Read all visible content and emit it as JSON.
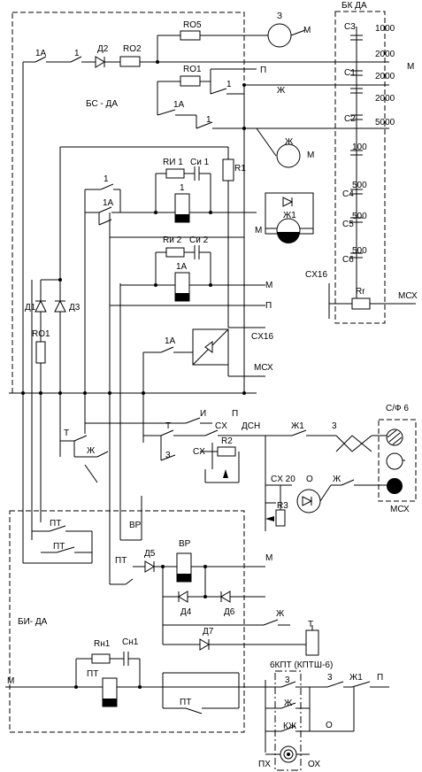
{
  "blocks": {
    "bc_da": "БС - ДА",
    "bk_da": "БК ДА",
    "bi_da": "БИ- ДА",
    "sf6": "С/Ф 6",
    "kpt": "6КПТ (КПТШ-6)"
  },
  "labels": {
    "r_o5": "RO5",
    "r_o2": "RO2",
    "r_o1": "RO1",
    "r_1": "R1",
    "r_01_left": "RO1",
    "r2": "R2",
    "r3": "R3",
    "rr": "Rr",
    "ri1": "RИ 1",
    "si1": "Cи 1",
    "ri2": "Rи 2",
    "si2": "Cи 2",
    "rn1": "Rн1",
    "cn1": "Cн1",
    "d1": "Д1",
    "d2": "Д2",
    "d3": "Д3",
    "d4": "Д4",
    "d5": "Д5",
    "d6": "Д6",
    "d7": "Д7",
    "c1": "C1",
    "c2": "C2",
    "c3": "C3",
    "c4": "C4",
    "c5": "C5",
    "c6": "C6",
    "cap_1000": "1000",
    "cap_2000a": "2000",
    "cap_2000b": "2000",
    "cap_2000c": "2000",
    "cap_5000": "5000",
    "cap_100": "100",
    "cap_500a": "500",
    "cap_500b": "500",
    "cap_500c": "500",
    "k1a_top": "1А",
    "k1_top": "1",
    "k1_mid": "1",
    "k1a_mid": "1А",
    "k1a_b": "1А",
    "k1_box": "1",
    "k1a_coil": "1А",
    "k1_coil": "1",
    "k1_r": "1",
    "k1a_low": "1А",
    "z3": "З",
    "zh": "Ж",
    "zh1": "Ж1",
    "zh_b": "Ж",
    "zh1_b": "Ж1",
    "m1": "М",
    "m2": "М",
    "m3": "М",
    "m4": "М",
    "m5": "М",
    "m6": "М",
    "p1": "П",
    "p2": "П",
    "p3": "П",
    "p4": "П",
    "cx16a": "CX16",
    "cx16b": "CX16",
    "mcx1": "МСХ",
    "mcx2": "МСХ",
    "mcx3": "МСХ",
    "i": "И",
    "t": "Т",
    "t2": "Т",
    "t3": "Т",
    "three": "3",
    "three_b": "3",
    "three_c": "3",
    "three_d": "3",
    "cx": "CX",
    "cx2": "CX",
    "dsn": "ДСН",
    "cx20": "CX 20",
    "o": "O",
    "o2": "О",
    "zh_t": "Ж",
    "pt1": "ПТ",
    "pt2": "ПТ",
    "pt3": "ПТ",
    "pt4": "ПТ",
    "pt5": "ПТ",
    "vr": "ВР",
    "vr2": "ВР",
    "kzh": "КЖ",
    "px": "ПХ",
    "ox": "ОХ",
    "zh_k": "Ж"
  }
}
